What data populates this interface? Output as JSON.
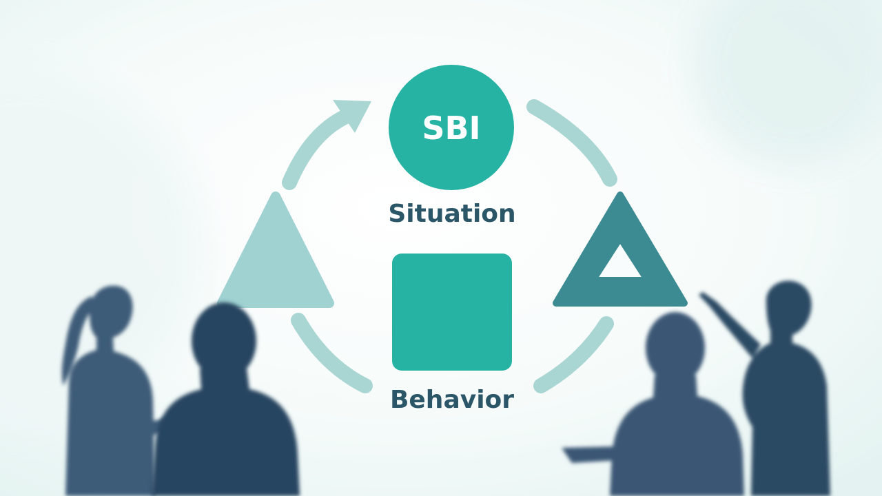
{
  "diagram": {
    "center_label": "SBI",
    "situation_label": "Situation",
    "behavior_label": "Behavior"
  },
  "colors": {
    "primary_teal": "#27b3a3",
    "light_teal": "#9fd2d1",
    "dark_teal": "#3c8b92",
    "label_navy": "#2b5668",
    "silhouette": "#2c4a66",
    "background_tint": "#eaf6f4"
  },
  "icons": [
    "circular-arrow-icon",
    "triangle-icon",
    "hollow-triangle-icon",
    "square-icon",
    "person-silhouette"
  ]
}
